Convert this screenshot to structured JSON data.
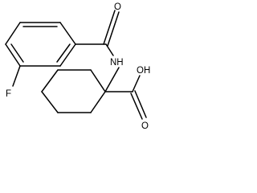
{
  "molecule": {
    "atoms": {
      "fluorine": "F",
      "amide_oxygen": "O",
      "amide_nitrogen": "NH",
      "acid_hydroxyl": "OH",
      "acid_oxygen": "O"
    }
  }
}
